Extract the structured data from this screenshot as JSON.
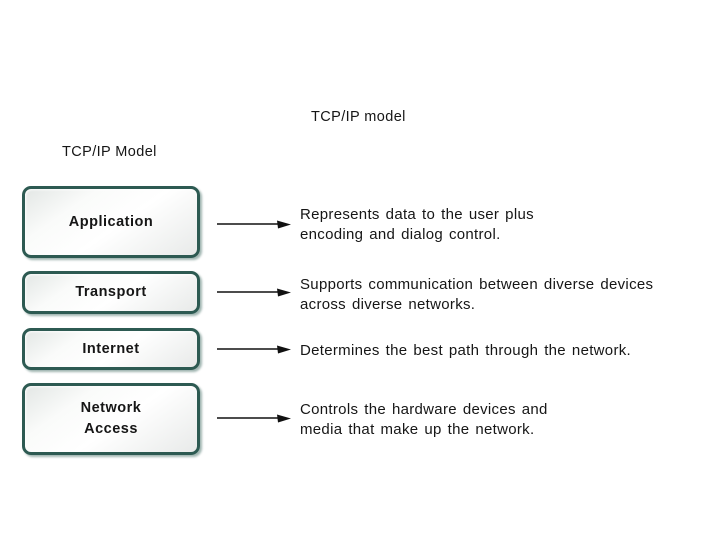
{
  "title_top": "TCP/IP model",
  "title_left": "TCP/IP Model",
  "colors": {
    "background": "#ffffff",
    "box_border": "#2d5a52",
    "box_fill": "#f5f7f6",
    "text": "#161616",
    "arrow": "#111111"
  },
  "layers": [
    {
      "label": "Application",
      "description": "Represents data to the user plus\nencoding and dialog control."
    },
    {
      "label": "Transport",
      "description": "Supports communication between diverse devices\nacross diverse networks."
    },
    {
      "label": "Internet",
      "description": "Determines the best path through the network."
    },
    {
      "label": "Network\nAccess",
      "description": "Controls the hardware devices and\nmedia that make up the network."
    }
  ]
}
